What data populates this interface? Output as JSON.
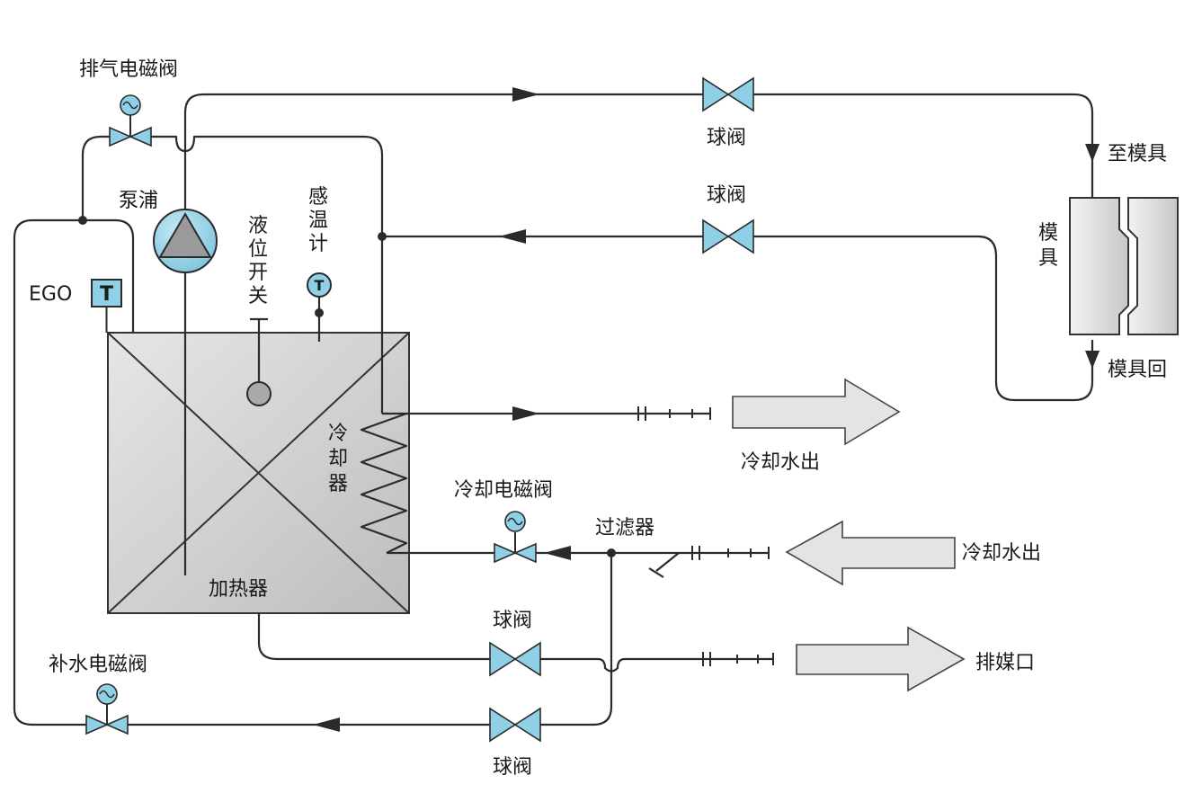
{
  "labels": {
    "exhaust_solenoid": "排气电磁阀",
    "pump": "泵浦",
    "level_switch": [
      "液",
      "位",
      "开",
      "关"
    ],
    "thermometer": [
      "感",
      "温",
      "计"
    ],
    "ego": "EGO",
    "ego_box": "T",
    "thermo_box": "T",
    "ball_valve_top": "球阀",
    "ball_valve_return": "球阀",
    "to_mold": "至模具",
    "mold": [
      "模",
      "具"
    ],
    "mold_return": "模具回",
    "cooler": [
      "冷",
      "却",
      "器"
    ],
    "heater": "加热器",
    "cooling_water_out_1": "冷却水出",
    "cooling_water_out_2": "冷却水出",
    "cooling_solenoid": "冷却电磁阀",
    "filter": "过滤器",
    "ball_valve_drain": "球阀",
    "ball_valve_bottom": "球阀",
    "drain_port": "排媒口",
    "makeup_solenoid": "补水电磁阀"
  },
  "colors": {
    "valve_fill": "#8fd0e6",
    "tank_fill": "#cfcfcf",
    "pipe": "#2b2b2b",
    "big_arrow_fill": "#e4e4e4"
  },
  "icons": {
    "solenoid_symbol": "sine-wave-icon",
    "pump_symbol": "triangle-in-circle-icon"
  }
}
